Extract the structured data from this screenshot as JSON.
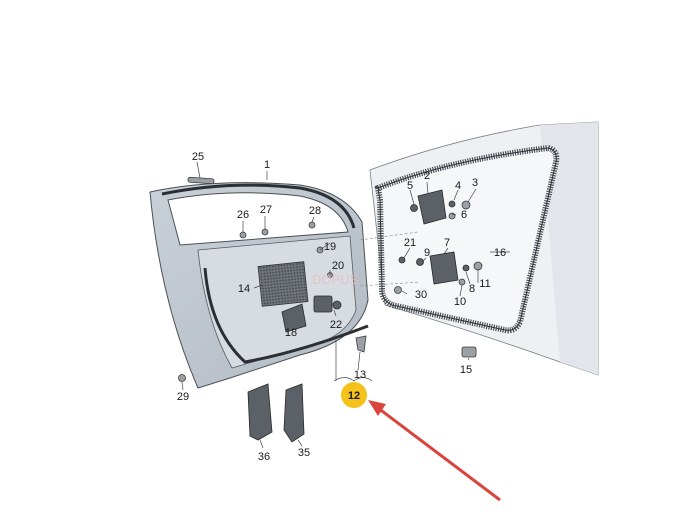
{
  "diagram": {
    "watermark": "DOPUS",
    "highlight_color": "#f4c21a",
    "arrow_color": "#d9453d",
    "callouts": {
      "c1": "1",
      "c2": "2",
      "c3": "3",
      "c4": "4",
      "c5": "5",
      "c6": "6",
      "c7": "7",
      "c8": "8",
      "c9": "9",
      "c10": "10",
      "c11": "11",
      "c12": "12",
      "c13": "13",
      "c14": "14",
      "c15": "15",
      "c16": "16",
      "c18": "18",
      "c19": "19",
      "c20": "20",
      "c21": "21",
      "c22": "22",
      "c25": "25",
      "c26": "26",
      "c27": "27",
      "c28": "28",
      "c29": "29",
      "c30": "30",
      "c35": "35",
      "c36": "36"
    }
  }
}
